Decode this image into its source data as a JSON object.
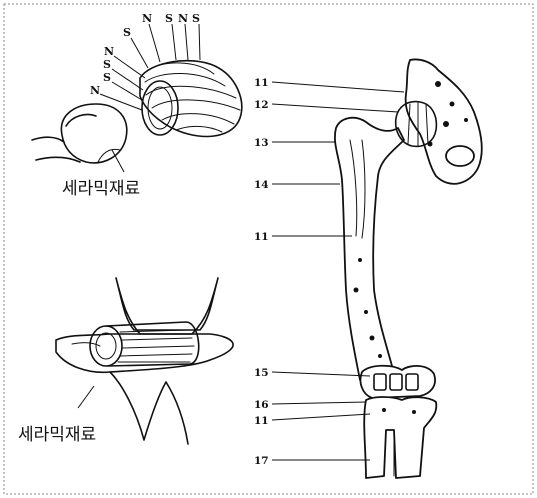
{
  "figure": {
    "material_label_top": "세라믹재료",
    "material_label_bottom": "세라믹재료",
    "poles_top": [
      "S",
      "N",
      "S",
      "N",
      "S"
    ],
    "poles_left": [
      "N",
      "S",
      "S",
      "N"
    ],
    "callouts": {
      "c11_top": "11",
      "c12": "12",
      "c13": "13",
      "c14": "14",
      "c11_mid": "11",
      "c15": "15",
      "c16": "16",
      "c11_low": "11",
      "c17": "17"
    }
  }
}
